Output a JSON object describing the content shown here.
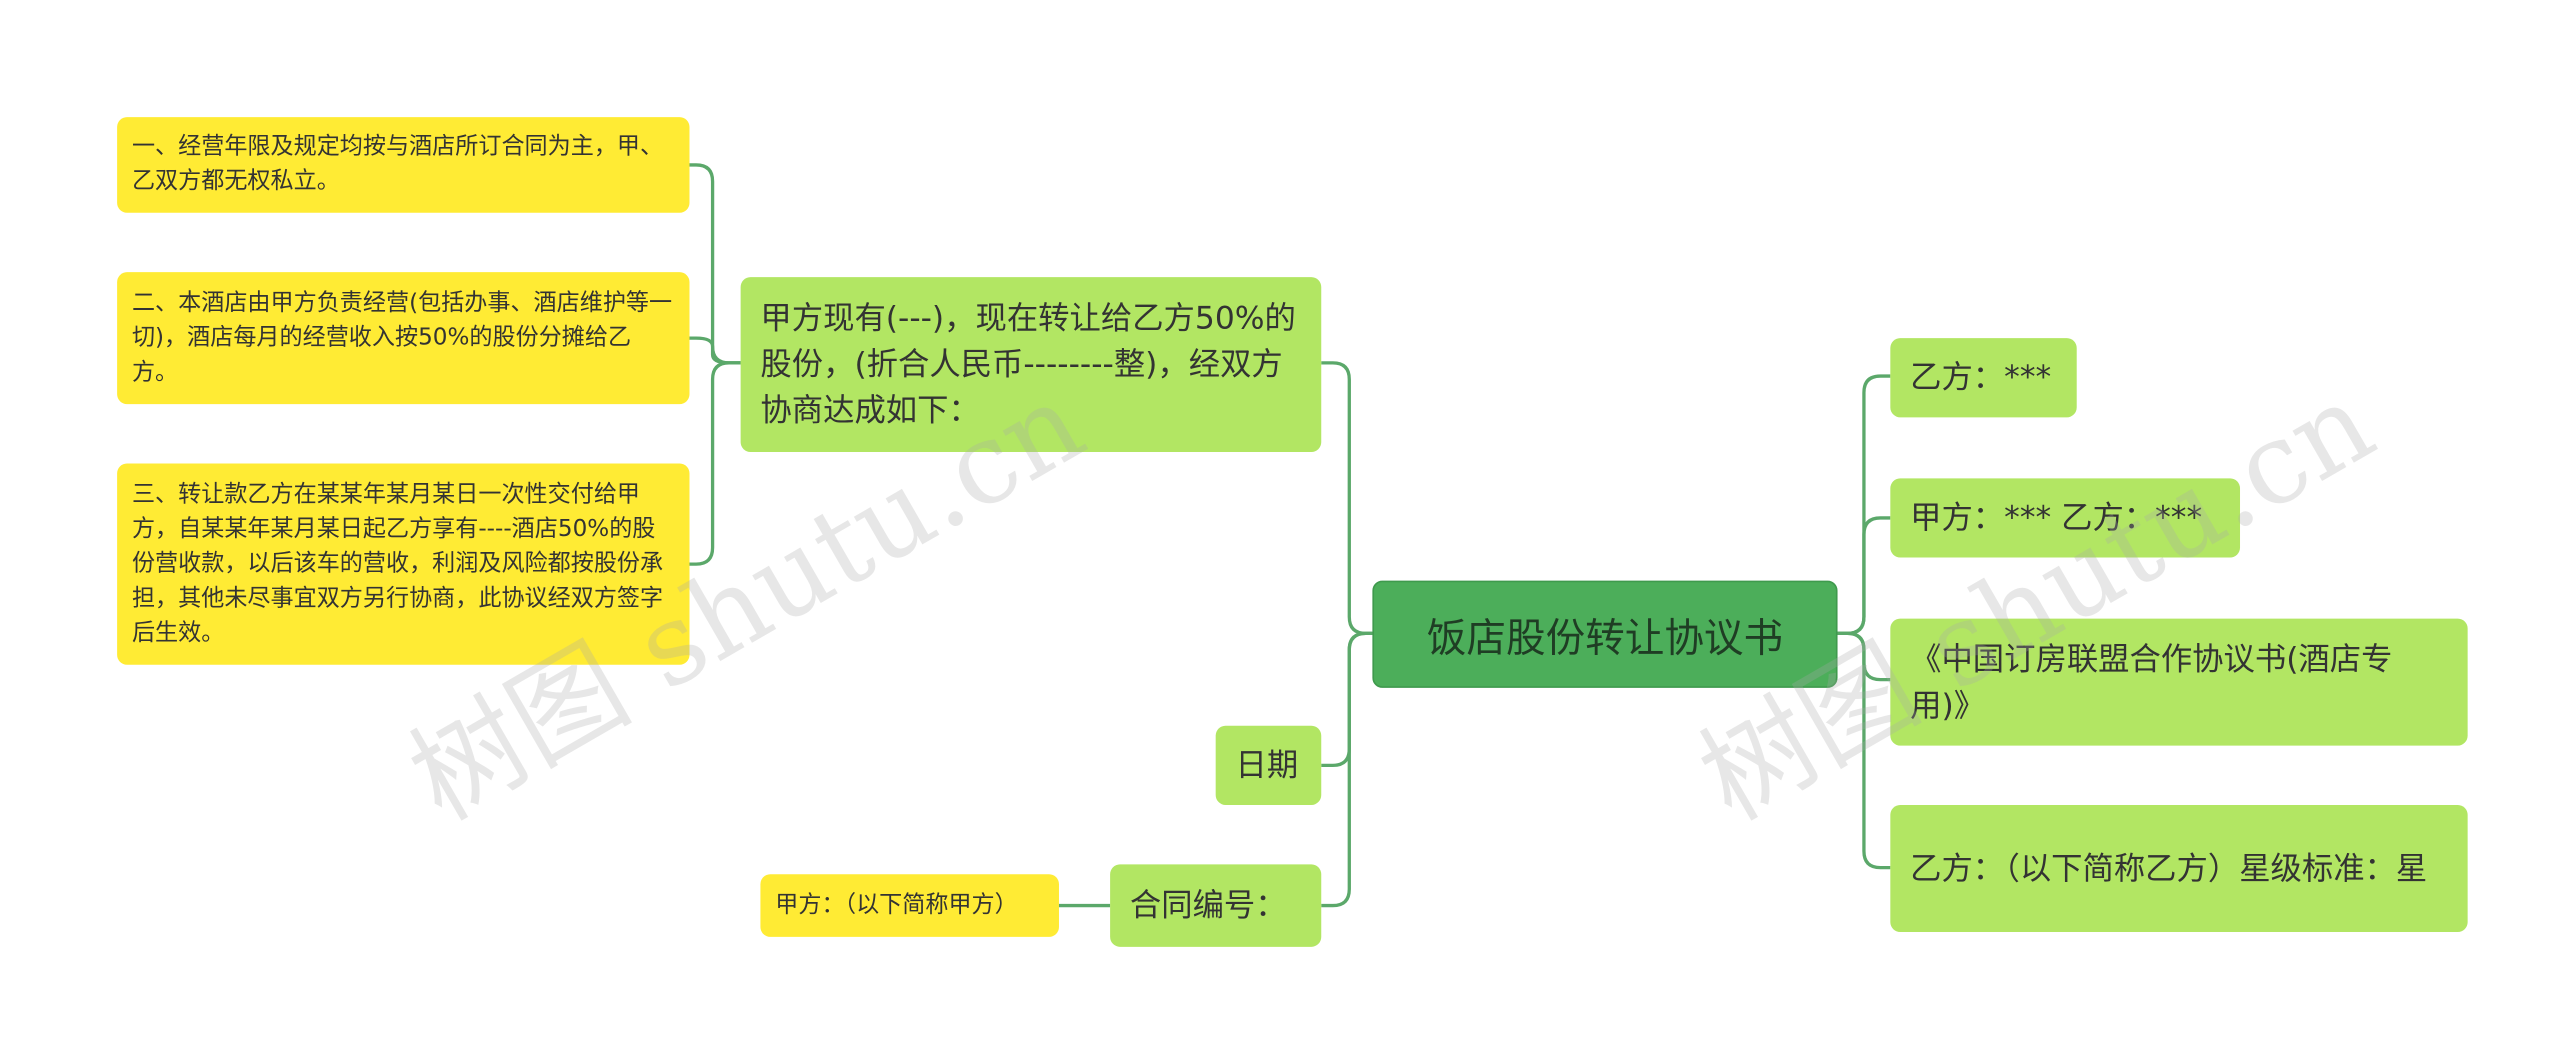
{
  "mindmap": {
    "root": "饭店股份转让协议书",
    "watermark": "树图 shutu.cn",
    "left": [
      {
        "text": "甲方现有(---)，现在转让给乙方50%的股份，(折合人民币--------整)，经双方协商达成如下：",
        "children": [
          "一、经营年限及规定均按与酒店所订合同为主，甲、乙双方都无权私立。",
          "二、本酒店由甲方负责经营(包括办事、酒店维护等一切)，酒店每月的经营收入按50%的股份分摊给乙方。",
          "三、转让款乙方在某某年某月某日一次性交付给甲方，自某某年某月某日起乙方享有----酒店50%的股份营收款，以后该车的营收，利润及风险都按股份承担，其他未尽事宜双方另行协商，此协议经双方签字后生效。"
        ]
      },
      {
        "text": "日期"
      },
      {
        "text": "合同编号：",
        "children": [
          "甲方：（以下简称甲方）"
        ]
      }
    ],
    "right": [
      "乙方：***",
      "甲方：*** 乙方：***",
      "《中国订房联盟合作协议书(酒店专用)》",
      "乙方：（以下简称乙方）星级标准：星"
    ]
  },
  "colors": {
    "root": "#4cae5a",
    "branch": "#b2e663",
    "leaf": "#ffeb34",
    "line": "#5ba86a"
  }
}
